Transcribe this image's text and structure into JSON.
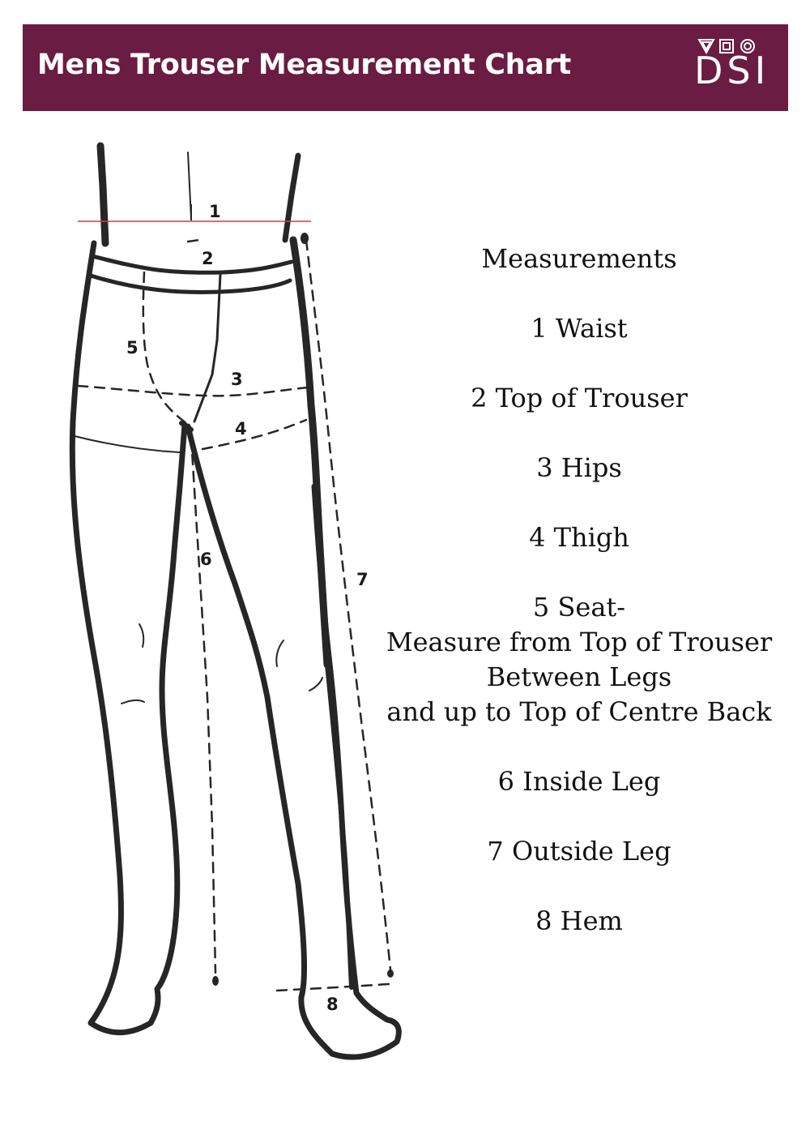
{
  "header": {
    "title": "Mens Trouser Measurement Chart",
    "logo_text": "DSI",
    "color": "#6a1c43"
  },
  "diagram": {
    "labels": [
      "1",
      "2",
      "3",
      "4",
      "5",
      "6",
      "7",
      "8"
    ],
    "waist_line_color": "#d83a3a"
  },
  "measurements": {
    "heading": "Measurements",
    "items": [
      {
        "lines": [
          "1 Waist"
        ]
      },
      {
        "lines": [
          "2 Top of Trouser"
        ]
      },
      {
        "lines": [
          "3 Hips"
        ]
      },
      {
        "lines": [
          "4 Thigh"
        ]
      },
      {
        "lines": [
          "5 Seat-",
          "Measure from Top of Trouser",
          "Between Legs",
          "and up to Top of Centre Back"
        ]
      },
      {
        "lines": [
          "6 Inside Leg"
        ]
      },
      {
        "lines": [
          "7 Outside Leg"
        ]
      },
      {
        "lines": [
          "8 Hem"
        ]
      }
    ]
  }
}
